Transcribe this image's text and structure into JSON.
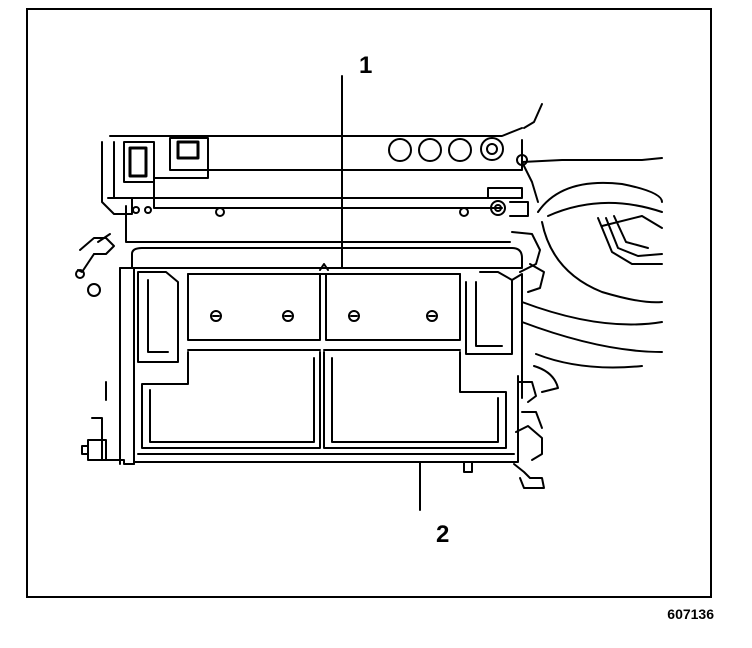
{
  "callouts": [
    {
      "label": "1",
      "target": "upper-panel"
    },
    {
      "label": "2",
      "target": "lower-housing"
    }
  ],
  "figure_number": "607136",
  "colors": {
    "line": "#000000",
    "background": "#ffffff"
  }
}
